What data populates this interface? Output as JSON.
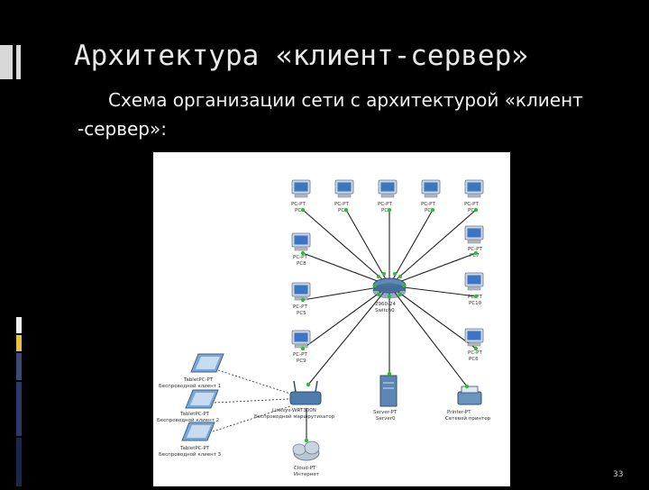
{
  "slide": {
    "title": "Архитектура «клиент-сервер»",
    "subtitle": "Схема организации сети с архитектурой «клиент -сервер»:",
    "page_number": "33"
  },
  "diagram": {
    "hub": {
      "label1": "2960-24",
      "label2": "Switch0"
    },
    "pcs": [
      {
        "type": "PC-PT",
        "name": "PC0"
      },
      {
        "type": "PC-PT",
        "name": "PC1"
      },
      {
        "type": "PC-PT",
        "name": "PC2"
      },
      {
        "type": "PC-PT",
        "name": "PC3"
      },
      {
        "type": "PC-PT",
        "name": "PC4"
      },
      {
        "type": "PC-PT",
        "name": "PC7"
      },
      {
        "type": "PC-PT",
        "name": "PC8"
      },
      {
        "type": "PC-PT",
        "name": "PC10"
      },
      {
        "type": "PC-PT",
        "name": "PC5"
      },
      {
        "type": "PC-PT",
        "name": "PC9"
      },
      {
        "type": "PC-PT",
        "name": "PC6"
      }
    ],
    "wireless_router": {
      "label1": "Linksys-WRT300N",
      "label2": "Беспроводной маршрутизатор"
    },
    "server": {
      "label1": "Server-PT",
      "label2": "Server0"
    },
    "printer": {
      "label1": "Printer-PT",
      "label2": "Сетевой принтер"
    },
    "cloud": {
      "label1": "Cloud-PT",
      "label2": "Интернет"
    },
    "tablets": [
      {
        "label1": "TabletPC-PT",
        "label2": "Беспроводной клиент 1"
      },
      {
        "label1": "TabletPC-PT",
        "label2": "Беспроводной клиент 2"
      },
      {
        "label1": "TabletPC-PT",
        "label2": "Беспроводной клиент 3"
      }
    ]
  }
}
